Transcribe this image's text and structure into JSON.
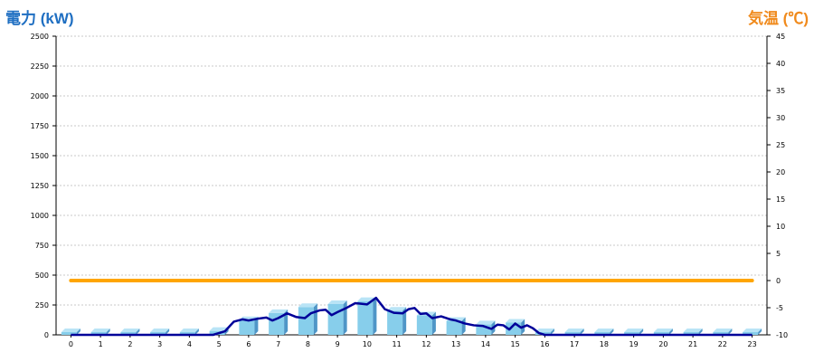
{
  "colors": {
    "left_title": "#1f6fc2",
    "right_title": "#f08a1c",
    "bar_front": "#87ceeb",
    "bar_side": "#4f96c7",
    "bar_top": "#b9e4f6",
    "line": "#000099",
    "temp": "#ffa500",
    "grid": "#c8c8c8"
  },
  "chart_data": {
    "type": "bar",
    "title": "",
    "y_left_label": "電力 (kW)",
    "y_right_label": "気温 (℃)",
    "ylim": [
      0,
      2500
    ],
    "y2lim": [
      -10,
      45
    ],
    "y_ticks": [
      "2500",
      "2250",
      "2000",
      "1750",
      "1500",
      "1250",
      "1000",
      "750",
      "500",
      "250",
      "0"
    ],
    "y2_ticks": [
      "45",
      "40",
      "35",
      "30",
      "25",
      "20",
      "15",
      "10",
      "5",
      "0",
      "-5",
      "-10"
    ],
    "categories": [
      "0",
      "1",
      "2",
      "3",
      "4",
      "5",
      "6",
      "7",
      "8",
      "9",
      "10",
      "11",
      "12",
      "13",
      "14",
      "15",
      "16",
      "17",
      "18",
      "19",
      "20",
      "21",
      "22",
      "23"
    ],
    "grid": true,
    "series": [
      {
        "type": "bar",
        "values": [
          0,
          0,
          0,
          0,
          0,
          10,
          100,
          160,
          210,
          235,
          260,
          180,
          140,
          95,
          65,
          80,
          0,
          0,
          0,
          0,
          0,
          0,
          0,
          0
        ]
      },
      {
        "type": "line",
        "x": [
          0,
          1,
          2,
          3,
          4,
          4.8,
          5.2,
          5.5,
          5.8,
          6.0,
          6.3,
          6.6,
          6.8,
          7.0,
          7.3,
          7.6,
          7.9,
          8.1,
          8.4,
          8.6,
          8.8,
          9.0,
          9.3,
          9.6,
          9.8,
          10.0,
          10.3,
          10.6,
          10.9,
          11.2,
          11.4,
          11.6,
          11.8,
          12.0,
          12.2,
          12.5,
          12.8,
          13.0,
          13.3,
          13.6,
          13.9,
          14.2,
          14.4,
          14.6,
          14.8,
          15.0,
          15.2,
          15.4,
          15.6,
          15.8,
          16.0,
          17,
          18,
          19,
          20,
          21,
          22,
          23
        ],
        "values": [
          0,
          0,
          0,
          0,
          0,
          0,
          30,
          110,
          130,
          120,
          135,
          145,
          120,
          140,
          180,
          150,
          140,
          180,
          205,
          210,
          165,
          190,
          225,
          265,
          260,
          255,
          310,
          215,
          185,
          180,
          215,
          225,
          175,
          180,
          140,
          155,
          130,
          120,
          95,
          80,
          75,
          50,
          85,
          80,
          45,
          95,
          60,
          80,
          55,
          15,
          0,
          0,
          0,
          0,
          0,
          0,
          0,
          0
        ]
      },
      {
        "type": "line",
        "axis": "right",
        "values": [
          0,
          0,
          0,
          0,
          0,
          0,
          0,
          0,
          0,
          0,
          0,
          0,
          0,
          0,
          0,
          0,
          0,
          0,
          0,
          0,
          0,
          0,
          0,
          0
        ]
      }
    ]
  }
}
